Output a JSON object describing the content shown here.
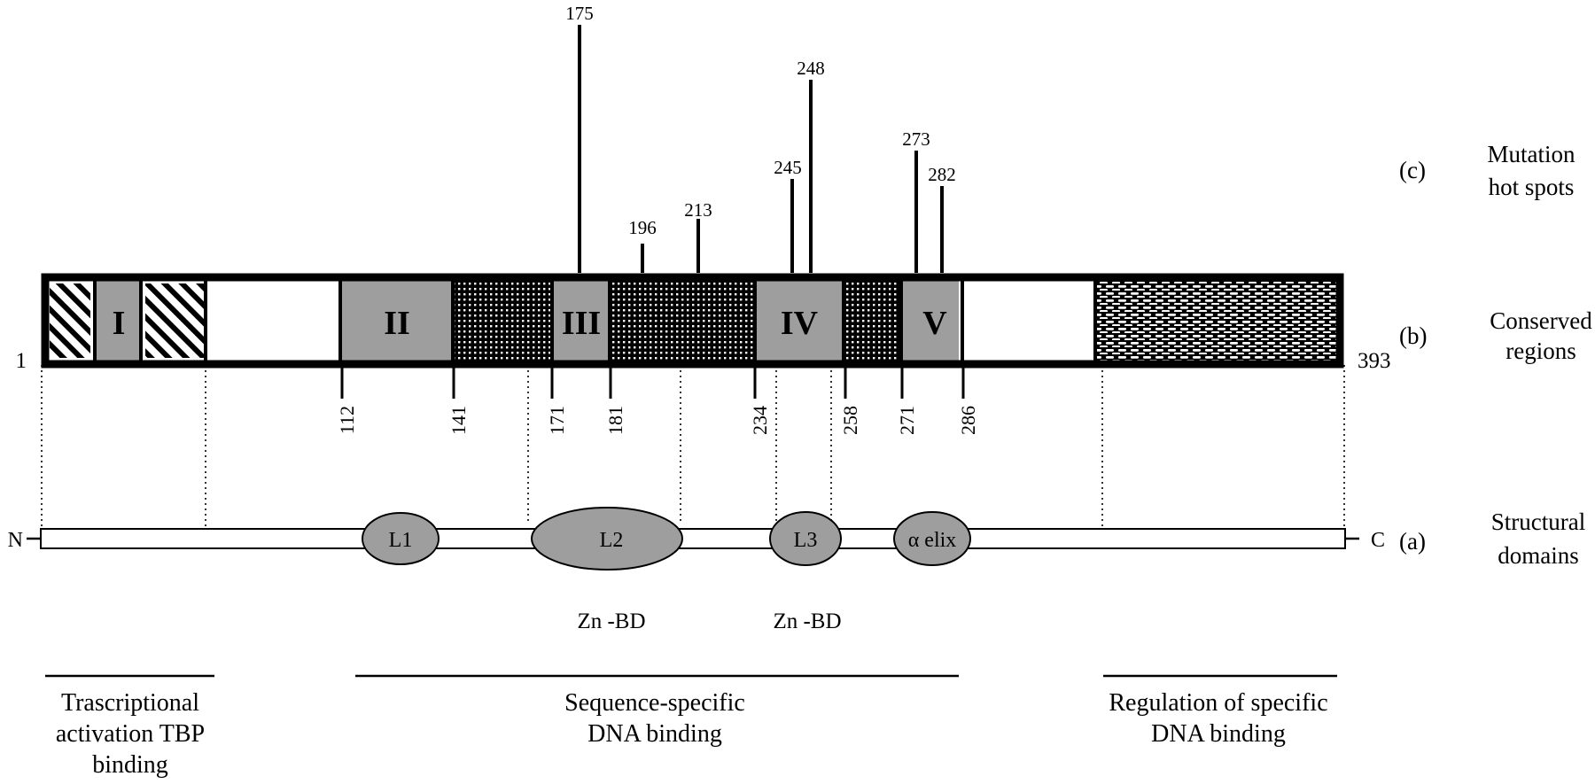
{
  "protein": {
    "start": "1",
    "end": "393",
    "n_term": "N",
    "c_term": "C"
  },
  "tracks": {
    "c": {
      "letter": "(c)",
      "lines": [
        "Mutation",
        "hot spots"
      ]
    },
    "b": {
      "letter": "(b)",
      "lines": [
        "Conserved",
        "regions"
      ]
    },
    "a": {
      "letter": "(a)",
      "lines": [
        "Structural",
        "domains"
      ]
    }
  },
  "hotspots": [
    {
      "label": "175",
      "residue": 175
    },
    {
      "label": "196",
      "residue": 196
    },
    {
      "label": "213",
      "residue": 213
    },
    {
      "label": "245",
      "residue": 245
    },
    {
      "label": "248",
      "residue": 248
    },
    {
      "label": "273",
      "residue": 273
    },
    {
      "label": "282",
      "residue": 282
    }
  ],
  "conserved_regions": [
    {
      "label": "I"
    },
    {
      "label": "II",
      "start": "112",
      "end": "141"
    },
    {
      "label": "III",
      "start": "171",
      "end": "181"
    },
    {
      "label": "IV",
      "start": "234",
      "end": "258"
    },
    {
      "label": "V",
      "start": "271",
      "end": "286"
    }
  ],
  "position_labels": [
    "112",
    "141",
    "171",
    "181",
    "234",
    "258",
    "271",
    "286"
  ],
  "structural_domains": [
    {
      "label": "L1"
    },
    {
      "label": "L2",
      "note": "Zn -BD"
    },
    {
      "label": "L3",
      "note": "Zn -BD"
    },
    {
      "label": "α elix"
    }
  ],
  "functions": [
    {
      "lines": [
        "Trascriptional",
        "activation TBP",
        "binding"
      ]
    },
    {
      "lines": [
        "Sequence-specific",
        "DNA binding"
      ]
    },
    {
      "lines": [
        "Regulation of specific",
        "DNA binding"
      ]
    }
  ],
  "colors": {
    "region_fill": "#9e9e9e",
    "outline": "#000000",
    "domain_fill": "#9e9e9e"
  },
  "patterns": [
    "diagonal-hatch",
    "fine-dots",
    "dashed-dots"
  ]
}
